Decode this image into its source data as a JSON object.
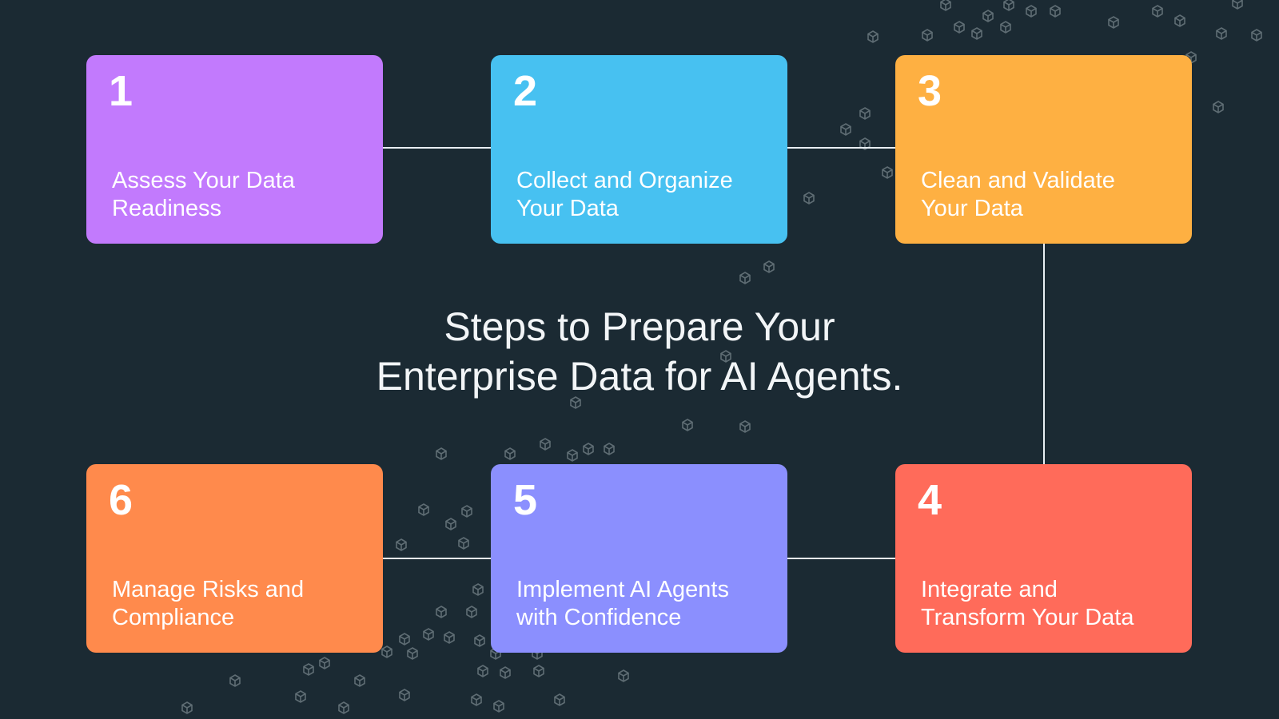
{
  "title": {
    "line1": "Steps to Prepare Your",
    "line2": "Enterprise Data for AI Agents."
  },
  "steps": [
    {
      "number": "1",
      "label": "Assess Your Data Readiness",
      "color": "#c27afd"
    },
    {
      "number": "2",
      "label": "Collect and Organize Your Data",
      "color": "#47c1f1"
    },
    {
      "number": "3",
      "label": "Clean and Validate Your Data",
      "color": "#feb042"
    },
    {
      "number": "4",
      "label": "Integrate and Transform Your Data",
      "color": "#ff6b5a"
    },
    {
      "number": "5",
      "label": "Implement AI Agents with Confidence",
      "color": "#8b8ffe"
    },
    {
      "number": "6",
      "label": "Manage Risks and Compliance",
      "color": "#ff8a4c"
    }
  ]
}
